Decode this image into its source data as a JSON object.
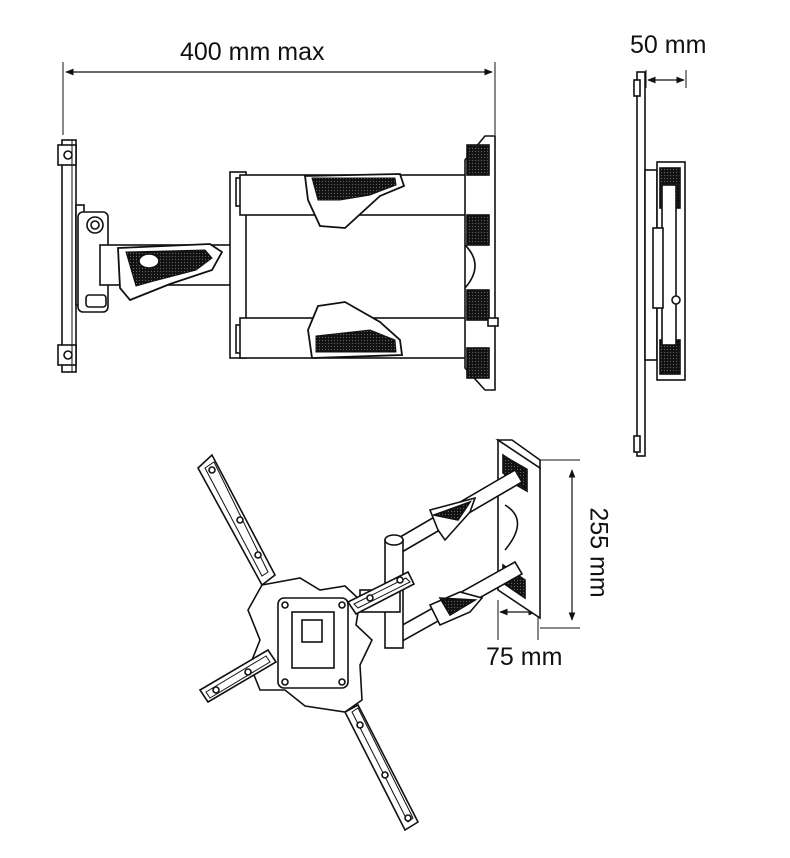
{
  "dimensions": {
    "width_label": "400 mm  max",
    "depth_label": "50 mm",
    "height_label": "255 mm",
    "min_depth_label": "75 mm"
  },
  "colors": {
    "line": "#111111",
    "fill_dark": "#1a1a1a",
    "fill_light": "#ffffff"
  }
}
